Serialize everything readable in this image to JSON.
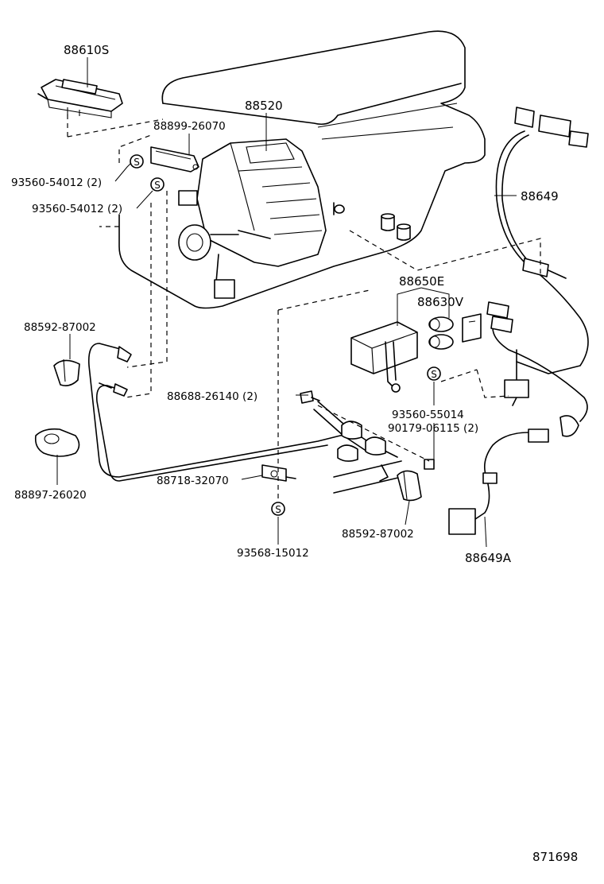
{
  "diagram": {
    "ref_number": "871698",
    "labels": {
      "p88610S": "88610S",
      "p88520": "88520",
      "p88899": "88899-26070",
      "p93560a": "93560-54012 (2)",
      "p93560b": "93560-54012 (2)",
      "p88649": "88649",
      "p88650E": "88650E",
      "p88630V": "88630V",
      "p88592a": "88592-87002",
      "p88688": "88688-26140 (2)",
      "p93560c": "93560-55014",
      "p90179": "90179-06115 (2)",
      "p88718": "88718-32070",
      "p88897": "88897-26020",
      "p88592b": "88592-87002",
      "p88649A": "88649A",
      "p93568": "93568-15012"
    },
    "screw_symbol": "S"
  }
}
